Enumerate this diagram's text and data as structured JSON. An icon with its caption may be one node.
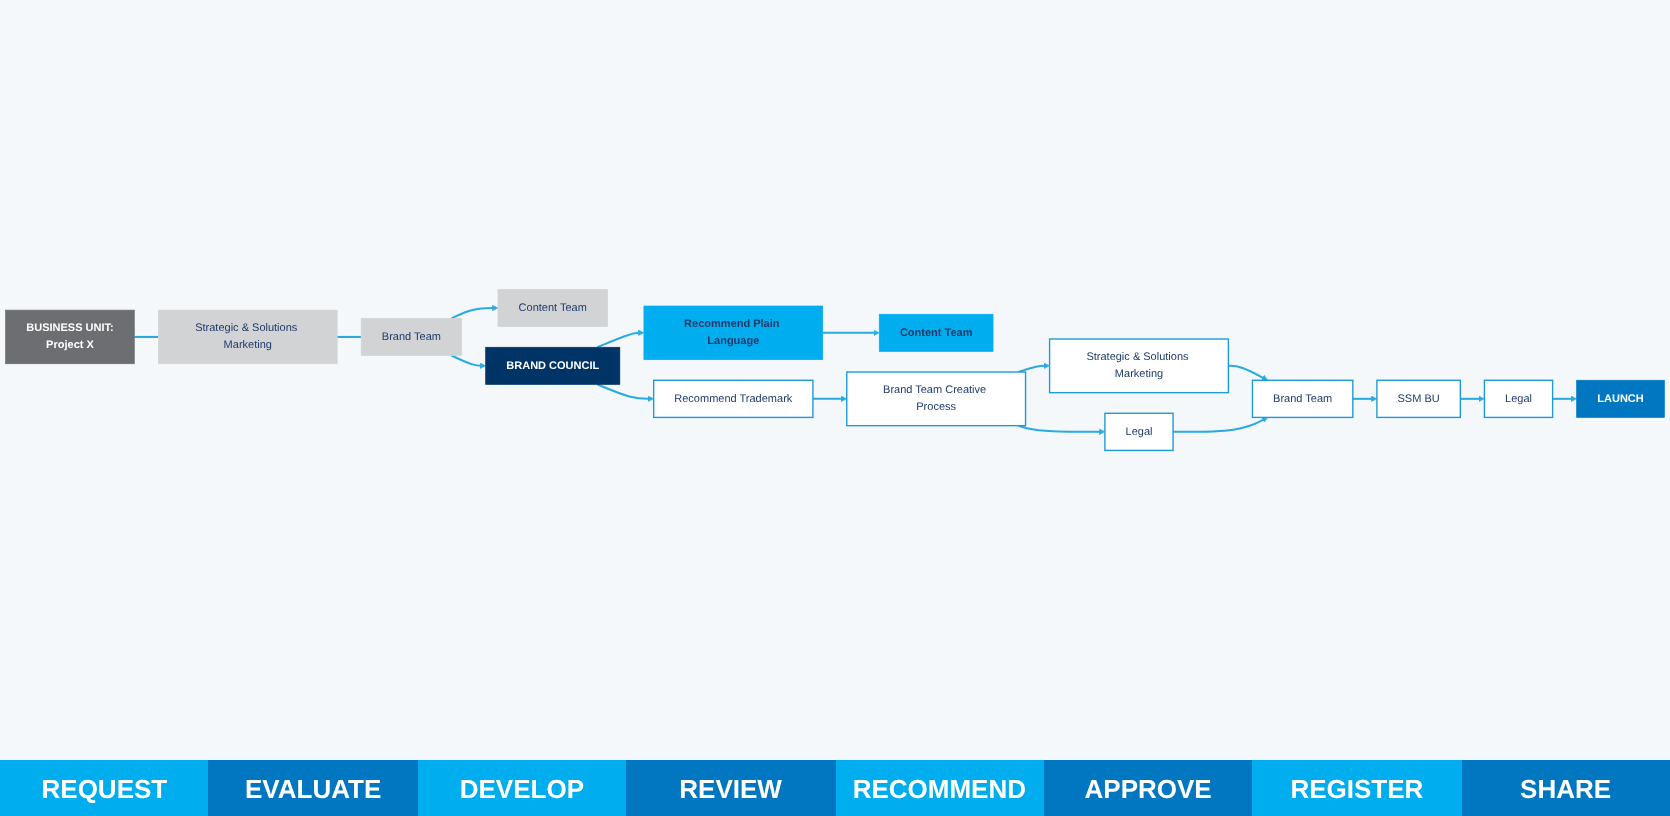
{
  "diagram": {
    "nodes": [
      {
        "text": [
          "BUSINESS UNIT:",
          "Project X"
        ]
      },
      {
        "text": [
          "Strategic & Solutions Marketing"
        ]
      },
      {
        "text": [
          "Brand Team"
        ]
      },
      {
        "text": [
          "Content Team"
        ]
      },
      {
        "text": [
          "Recommend Plain Language"
        ]
      },
      {
        "text": [
          "Content Team"
        ]
      },
      {
        "text": [
          "BRAND COUNCIL"
        ]
      },
      {
        "text": [
          "Recommend Trademark"
        ]
      },
      {
        "text": [
          "Brand Team Creative Process"
        ]
      },
      {
        "text": [
          "Strategic & Solutions Marketing"
        ]
      },
      {
        "text": [
          "Legal"
        ]
      },
      {
        "text": [
          "Brand Team"
        ]
      },
      {
        "text": [
          "SSM BU"
        ]
      },
      {
        "text": [
          "Legal"
        ]
      },
      {
        "text": [
          "LAUNCH"
        ]
      }
    ],
    "edges": [
      {
        "from": 0,
        "to": 1,
        "arrow": "none"
      },
      {
        "from": 1,
        "to": 2,
        "arrow": "none"
      },
      {
        "from": 2,
        "to": 6,
        "arrow": "to"
      },
      {
        "from": 2,
        "to": 3,
        "arrow": "to"
      },
      {
        "from": 6,
        "to": 4,
        "arrow": "to"
      },
      {
        "from": 4,
        "to": 5,
        "arrow": "to"
      },
      {
        "from": 6,
        "to": 7,
        "arrow": "to"
      },
      {
        "from": 7,
        "to": 8,
        "arrow": "to"
      },
      {
        "from": 8,
        "to": 9,
        "arrow": "to"
      },
      {
        "from": 8,
        "to": 10,
        "arrow": "to"
      },
      {
        "from": 9,
        "to": 11,
        "arrow": "to"
      },
      {
        "from": 10,
        "to": 11,
        "arrow": "to"
      },
      {
        "from": 11,
        "to": 12,
        "arrow": "to"
      },
      {
        "from": 12,
        "to": 13,
        "arrow": "to"
      },
      {
        "from": 13,
        "to": 14,
        "arrow": "to"
      }
    ],
    "labels": [
      "REQUEST",
      "EVALUATE",
      "DEVELOP",
      "REVIEW",
      "RECOMMEND",
      "APPROVE",
      "REGISTER",
      "SHARE"
    ]
  }
}
